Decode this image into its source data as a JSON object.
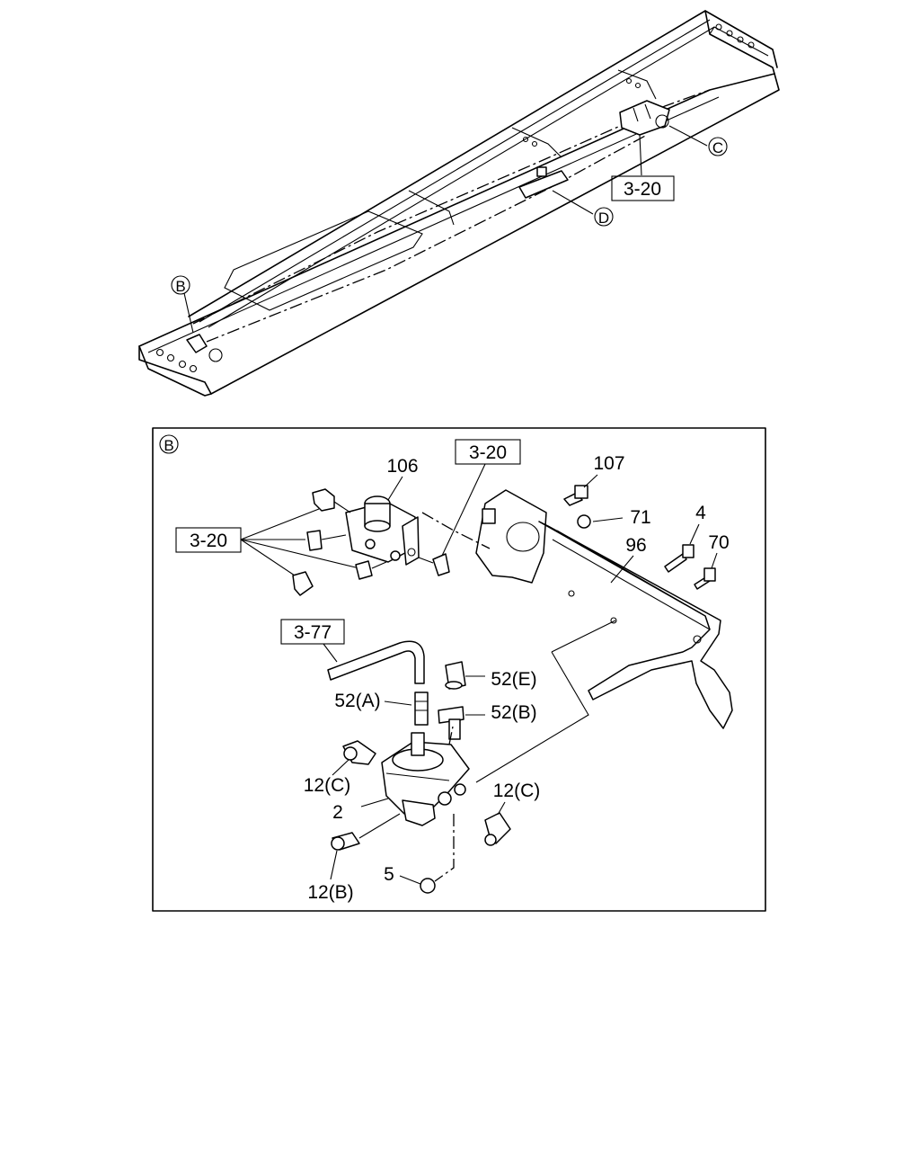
{
  "overview": {
    "callout_b": "B",
    "callout_c": "C",
    "callout_d": "D",
    "ref_box": "3-20"
  },
  "detail": {
    "corner_letter": "B",
    "ref_box_left": "3-20",
    "ref_box_top": "3-20",
    "ref_box_hose": "3-77",
    "labels": {
      "p106": "106",
      "p107": "107",
      "p71": "71",
      "p4": "4",
      "p70": "70",
      "p96": "96",
      "p52e": "52(E)",
      "p52a": "52(A)",
      "p52b": "52(B)",
      "p12c_left": "12(C)",
      "p12c_right": "12(C)",
      "p2": "2",
      "p5": "5",
      "p12b": "12(B)"
    }
  }
}
